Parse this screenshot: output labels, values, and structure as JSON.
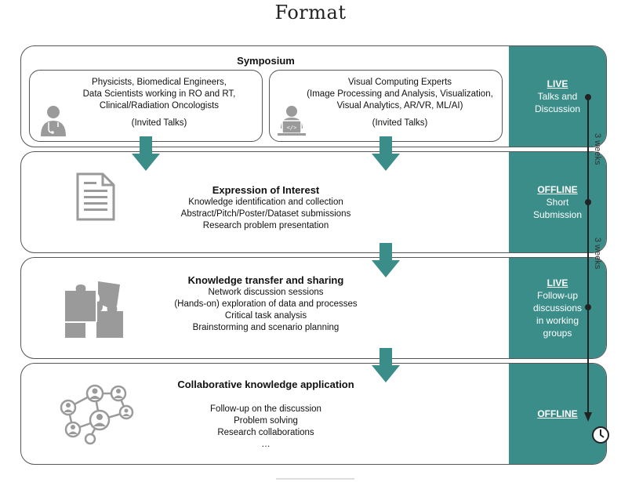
{
  "title": "Format",
  "symposium": {
    "heading": "Symposium",
    "left_panel": {
      "lines": [
        "Physicists, Biomedical Engineers,",
        "Data Scientists working in RO and RT,",
        "Clinical/Radiation Oncologists"
      ],
      "note": "(Invited Talks)",
      "icon": "doctor-icon"
    },
    "right_panel": {
      "lines": [
        "Visual Computing Experts",
        "(Image Processing and Analysis, Visualization,",
        "Visual Analytics, AR/VR, ML/AI)"
      ],
      "note": "(Invited Talks)",
      "icon": "developer-icon"
    },
    "side": {
      "mode": "LIVE",
      "lines": [
        "Talks and",
        "Discussion"
      ]
    }
  },
  "expression": {
    "heading": "Expression of Interest",
    "lines": [
      "Knowledge identification and collection",
      "Abstract/Pitch/Poster/Dataset submissions",
      "Research problem presentation"
    ],
    "icon": "document-icon",
    "side": {
      "mode": "OFFLINE",
      "lines": [
        "Short",
        "Submission"
      ]
    }
  },
  "transfer": {
    "heading": "Knowledge transfer and sharing",
    "lines": [
      "Network discussion sessions",
      "(Hands-on) exploration of data and processes",
      "Critical task analysis",
      "Brainstorming and scenario planning"
    ],
    "icon": "puzzle-icon",
    "side": {
      "mode": "LIVE",
      "lines": [
        "Follow-up",
        "discussions",
        "in working",
        "groups"
      ]
    }
  },
  "application": {
    "heading": "Collaborative knowledge application",
    "lines": [
      "Follow-up on the discussion",
      "Problem solving",
      "Research collaborations",
      "…"
    ],
    "icon": "network-icon",
    "side": {
      "mode": "OFFLINE",
      "lines": []
    }
  },
  "timeline": {
    "segments": [
      "3 weeks",
      "3 weeks"
    ],
    "end_icon": "clock-icon"
  },
  "colors": {
    "teal": "#3a8d89",
    "border": "#555555",
    "icon_gray": "#9a9a9a"
  }
}
